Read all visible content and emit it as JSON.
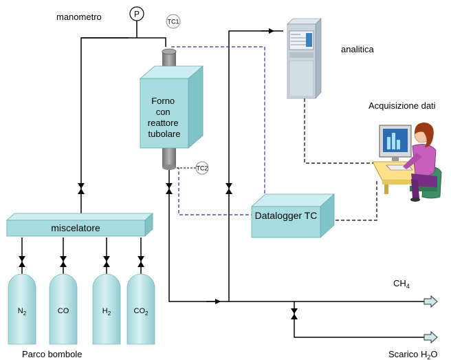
{
  "labels": {
    "manometro": "manometro",
    "pressure_gauge": "P",
    "tc1": "TC1",
    "tc2": "TC2",
    "furnace_line1": "Forno",
    "furnace_line2": "con",
    "furnace_line3": "reattore",
    "furnace_line4": "tubolare",
    "analitica": "analitica",
    "acquisizione": "Acquisizione dati",
    "mixer": "miscelatore",
    "datalogger": "Datalogger TC",
    "cylinders_caption": "Parco bombole",
    "ch4_main": "CH",
    "ch4_sub": "4",
    "drain_main": "Scarico H",
    "drain_sub": "2",
    "drain_end": "O"
  },
  "cylinders": [
    {
      "main": "N",
      "sub": "2"
    },
    {
      "main": "CO",
      "sub": ""
    },
    {
      "main": "H",
      "sub": "2"
    },
    {
      "main": "CO",
      "sub": "2"
    }
  ],
  "colors": {
    "box_face": "#a7dde0",
    "box_top": "#cdeef0",
    "box_side": "#7fc3c7",
    "cylinder": "#b7e3e6",
    "reactor_cap": "#8c8c8c",
    "tc_wire": "#2f2f9a",
    "signal_wire": "#000000",
    "pipe": "#000000"
  }
}
